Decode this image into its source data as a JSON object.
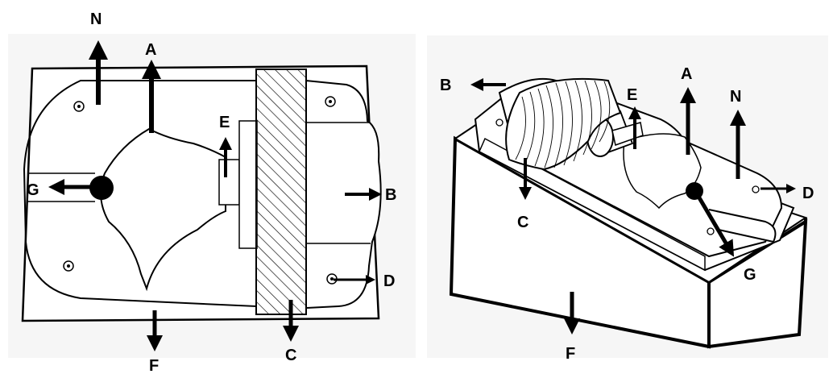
{
  "colors": {
    "ink": "#000000",
    "panel_bg": "#f6f6f6",
    "paper": "#ffffff"
  },
  "left_view": {
    "labels": {
      "N": "N",
      "A": "A",
      "E": "E",
      "G": "G",
      "B": "B",
      "D": "D",
      "F": "F",
      "C": "C"
    }
  },
  "right_view": {
    "labels": {
      "B": "B",
      "E": "E",
      "A": "A",
      "N": "N",
      "D": "D",
      "C": "C",
      "G": "G",
      "F": "F"
    }
  }
}
